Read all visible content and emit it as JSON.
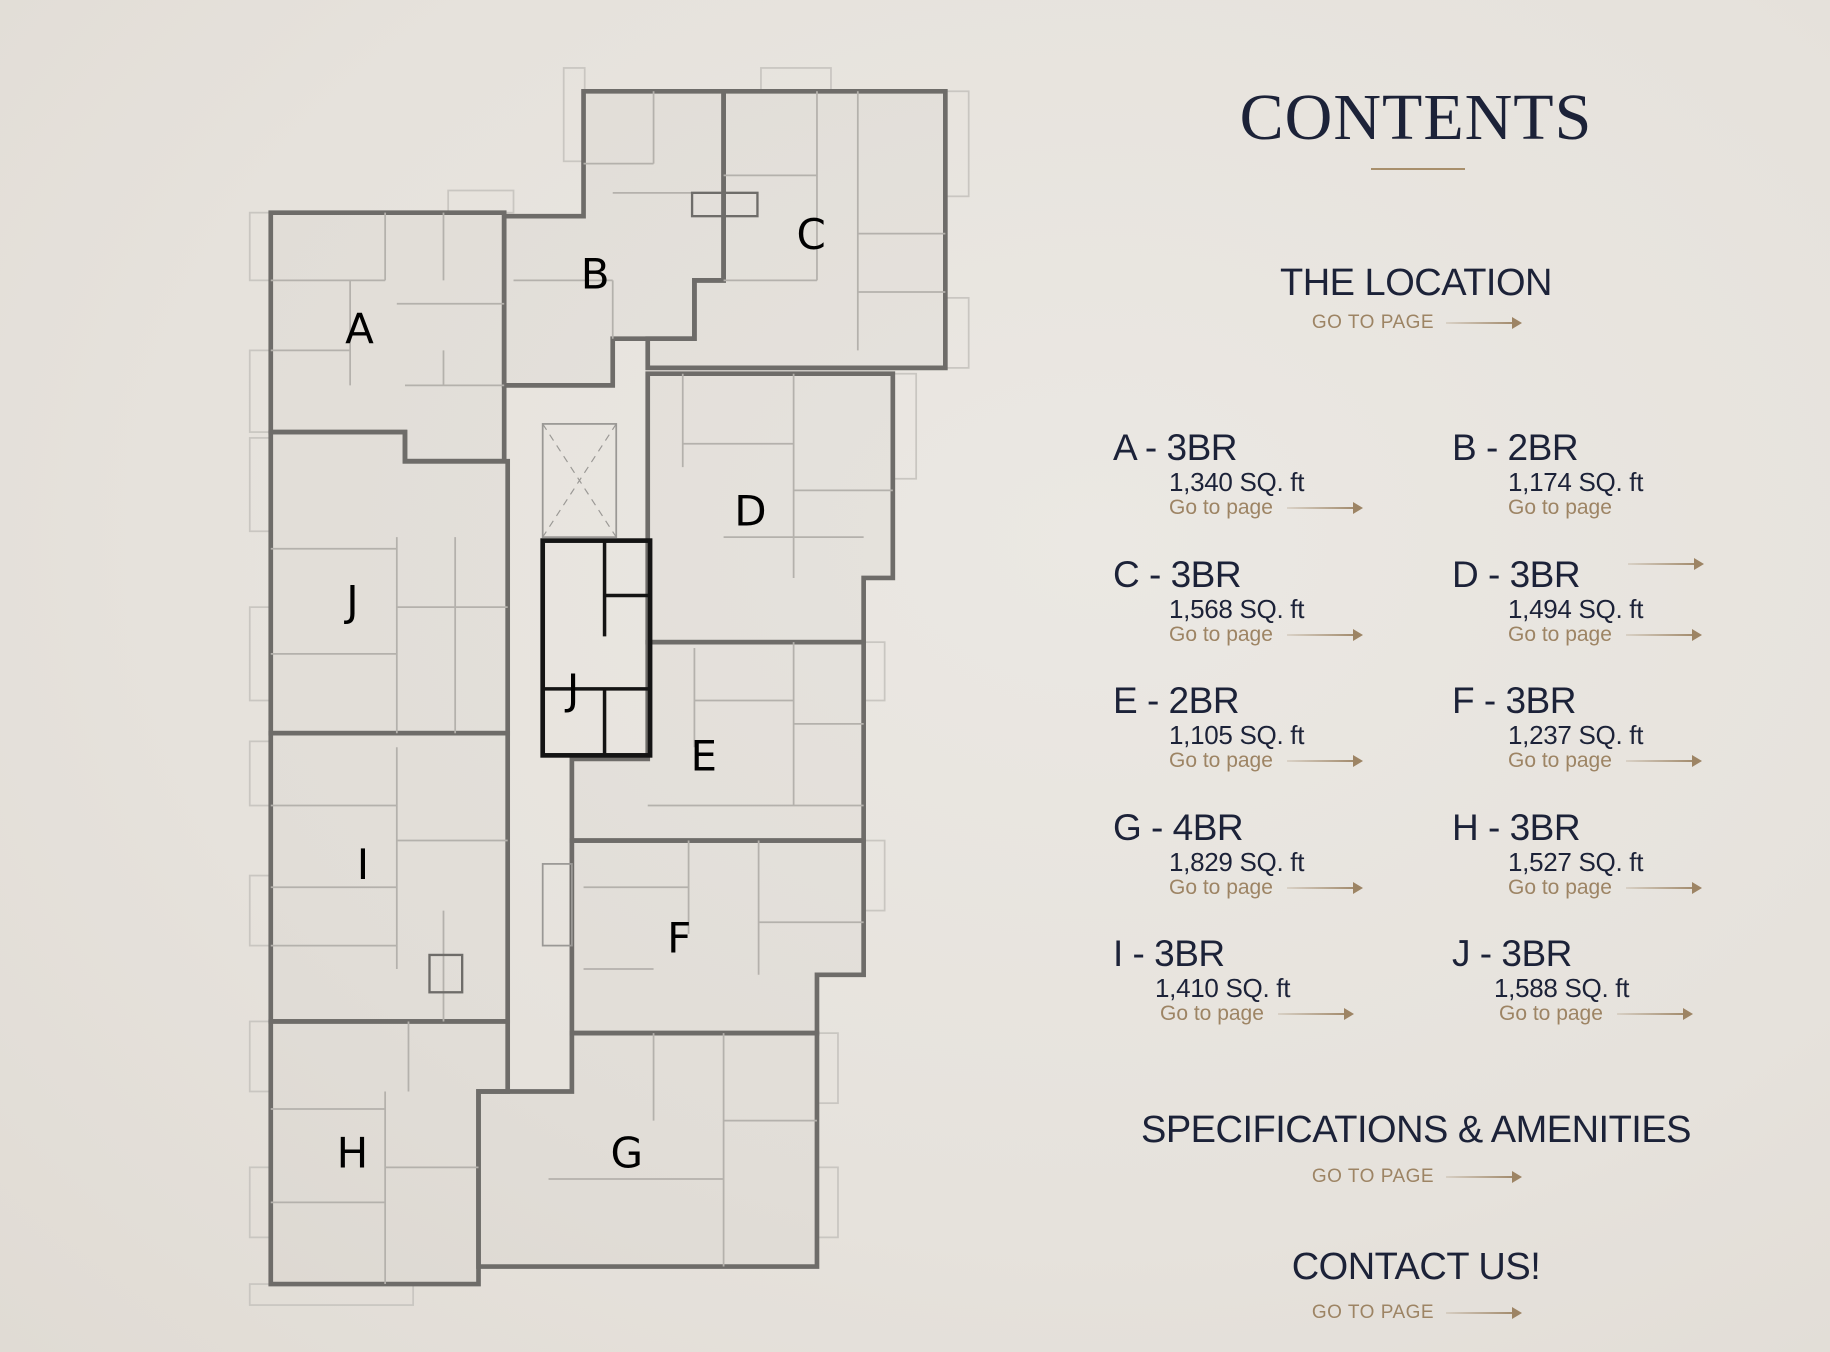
{
  "floor_plan": {
    "unit_labels": [
      "A",
      "B",
      "C",
      "D",
      "E",
      "F",
      "G",
      "H",
      "I",
      "J"
    ],
    "core_label": "J",
    "colors": {
      "wall": "#6e6c69",
      "core": "#141414",
      "paper": "#e8e4df"
    }
  },
  "contents": {
    "title": "CONTENTS",
    "location": {
      "label": "THE LOCATION",
      "link": "GO TO PAGE"
    },
    "units": [
      {
        "name": "A - 3BR",
        "area": "1,340 SQ. ft",
        "link": "Go to page"
      },
      {
        "name": "B - 2BR",
        "area": "1,174 SQ. ft",
        "link": "Go to page"
      },
      {
        "name": "C - 3BR",
        "area": "1,568 SQ. ft",
        "link": "Go to page"
      },
      {
        "name": "D - 3BR",
        "area": "1,494 SQ. ft",
        "link": "Go to page"
      },
      {
        "name": "E - 2BR",
        "area": "1,105 SQ. ft",
        "link": "Go to page"
      },
      {
        "name": "F - 3BR",
        "area": "1,237 SQ. ft",
        "link": "Go to page"
      },
      {
        "name": "G - 4BR",
        "area": "1,829 SQ. ft",
        "link": "Go to page"
      },
      {
        "name": "H - 3BR",
        "area": "1,527 SQ. ft",
        "link": "Go to page"
      },
      {
        "name": "I - 3BR",
        "area": "1,410 SQ. ft",
        "link": "Go to page"
      },
      {
        "name": "J - 3BR",
        "area": "1,588 SQ. ft",
        "link": "Go to page"
      }
    ],
    "specifications": {
      "label": "SPECIFICATIONS & AMENITIES",
      "link": "GO TO PAGE"
    },
    "contact": {
      "label": "CONTACT US!",
      "link": "GO TO PAGE"
    },
    "colors": {
      "heading": "#1c2238",
      "accent": "#9d8464"
    }
  }
}
